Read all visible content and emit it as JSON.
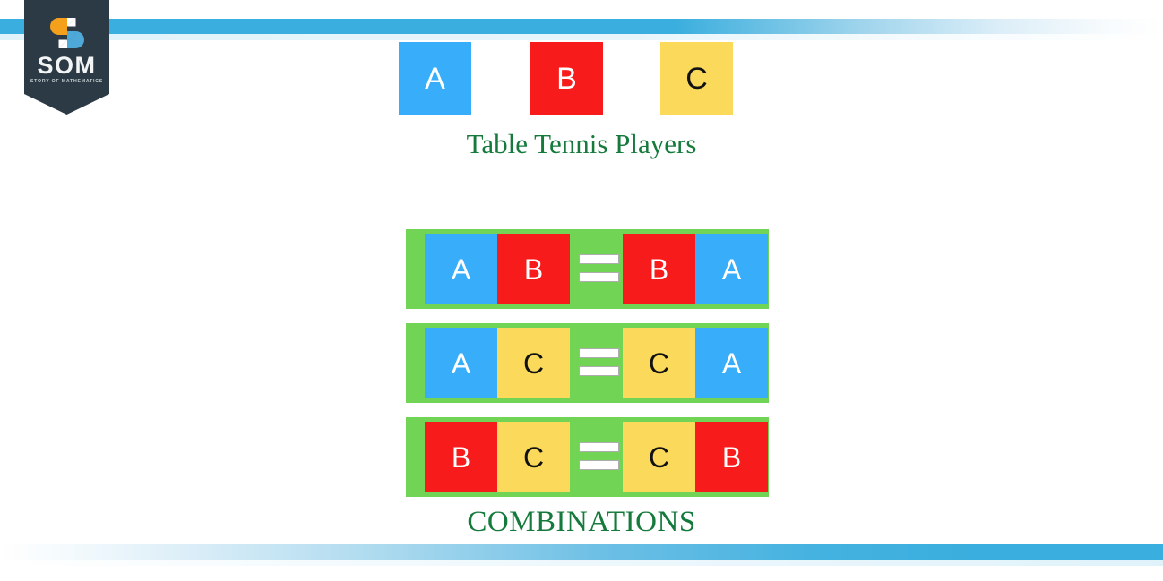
{
  "palette": {
    "blue": "#38AEFA",
    "red": "#F71B1B",
    "yellow": "#FBDA5B",
    "green": "#72D455",
    "white": "#FFFFFF",
    "black": "#111111",
    "stripe_blue": "#3AAEDE",
    "logo_navy": "#2C3A45",
    "caption_green": "#157A3C",
    "logo_orange": "#F5A01B"
  },
  "logo": {
    "wordmark": "SOM",
    "tagline": "STORY OF MATHEMATICS",
    "mark_icon": "som-s-mark-icon"
  },
  "players": {
    "caption": "Table Tennis Players",
    "tiles": [
      {
        "label": "A",
        "bg": "#38AEFA",
        "fg": "#FFFFFF"
      },
      {
        "label": "B",
        "bg": "#F71B1B",
        "fg": "#FFFFFF"
      },
      {
        "label": "C",
        "bg": "#FBDA5B",
        "fg": "#111111"
      }
    ]
  },
  "combinations": {
    "caption": "COMBINATIONS",
    "equals_symbol": "=",
    "rows": [
      {
        "left": [
          {
            "label": "A",
            "bg": "#38AEFA",
            "fg": "#FFFFFF"
          },
          {
            "label": "B",
            "bg": "#F71B1B",
            "fg": "#FFFFFF"
          }
        ],
        "right": [
          {
            "label": "B",
            "bg": "#F71B1B",
            "fg": "#FFFFFF"
          },
          {
            "label": "A",
            "bg": "#38AEFA",
            "fg": "#FFFFFF"
          }
        ]
      },
      {
        "left": [
          {
            "label": "A",
            "bg": "#38AEFA",
            "fg": "#FFFFFF"
          },
          {
            "label": "C",
            "bg": "#FBDA5B",
            "fg": "#111111"
          }
        ],
        "right": [
          {
            "label": "C",
            "bg": "#FBDA5B",
            "fg": "#111111"
          },
          {
            "label": "A",
            "bg": "#38AEFA",
            "fg": "#FFFFFF"
          }
        ]
      },
      {
        "left": [
          {
            "label": "B",
            "bg": "#F71B1B",
            "fg": "#FFFFFF"
          },
          {
            "label": "C",
            "bg": "#FBDA5B",
            "fg": "#111111"
          }
        ],
        "right": [
          {
            "label": "C",
            "bg": "#FBDA5B",
            "fg": "#111111"
          },
          {
            "label": "B",
            "bg": "#F71B1B",
            "fg": "#FFFFFF"
          }
        ]
      }
    ]
  }
}
